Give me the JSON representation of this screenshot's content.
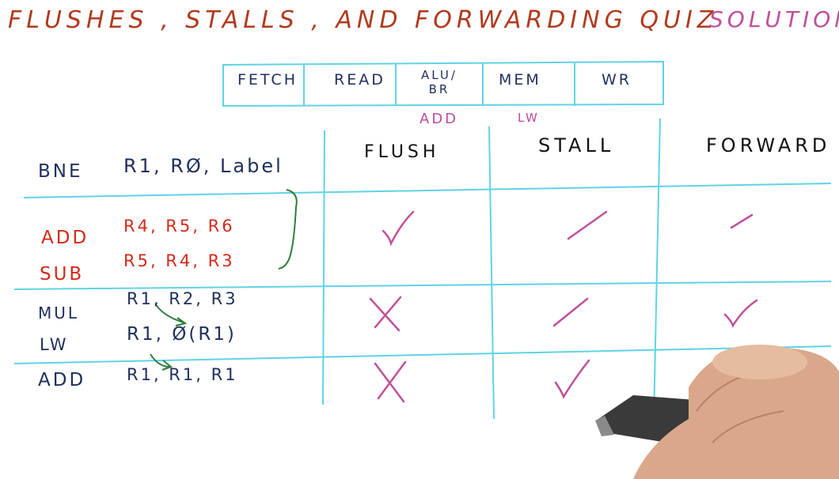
{
  "title": {
    "main": "FLUSHES , STALLS , AND FORWARDING QUIZ",
    "suffix": "SOLUTION"
  },
  "pipeline": {
    "stages": [
      "FETCH",
      "READ",
      "ALU/BR",
      "MEM",
      "WR"
    ],
    "notes": {
      "alu": "ADD",
      "mem": "LW"
    }
  },
  "columns": [
    "FLUSH",
    "STALL",
    "FORWARD"
  ],
  "branch": {
    "op": "BNE",
    "operands": "R1, RØ, Label"
  },
  "rows": [
    {
      "op": "ADD",
      "operands": "R4, R5, R6"
    },
    {
      "op": "SUB",
      "operands": "R5, R4, R3"
    },
    {
      "op": "MUL",
      "operands": "R1, R2, R3"
    },
    {
      "op": "LW",
      "operands": "R1, Ø(R1)"
    },
    {
      "op": "ADD",
      "operands": "R1, R1, R1"
    }
  ],
  "colors": {
    "title": "#b03a1e",
    "solution": "#c0509a",
    "grid": "#5fd3e6",
    "marks": "#c0509a",
    "arrow": "#2f7d3c",
    "ink_blue": "#1f2f5c",
    "ink_red": "#d42a1a"
  }
}
